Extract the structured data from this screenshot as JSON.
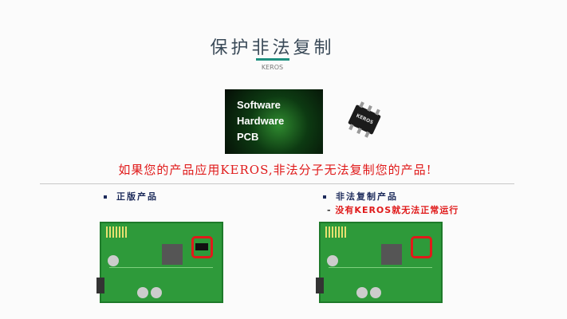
{
  "slide": {
    "title": "保护非法复制",
    "subtitle": "KEROS",
    "box_lines": [
      "Software",
      "Hardware",
      "PCB"
    ],
    "chip_label": "KEROS",
    "headline": "如果您的产品应用KEROS,非法分子无法复制您的产品!",
    "left": {
      "label": "正版产品"
    },
    "right": {
      "label": "非法复制产品",
      "dash": "-",
      "note": "没有KEROS就无法正常运行"
    },
    "colors": {
      "accent": "#1f8f7f",
      "red": "#e01a1a",
      "navy": "#1c2a5a"
    }
  }
}
